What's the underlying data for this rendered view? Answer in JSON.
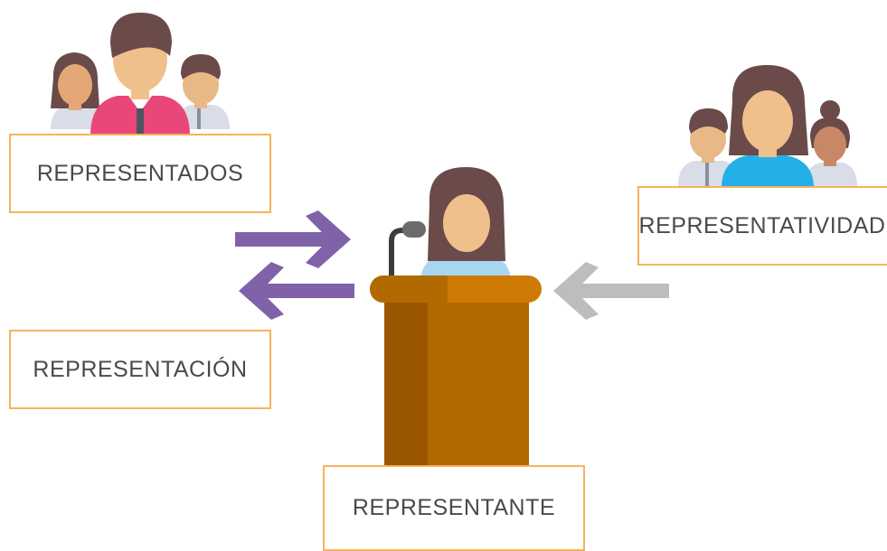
{
  "labels": {
    "representados": "REPRESENTADOS",
    "representacion": "REPRESENTACIÓN",
    "representatividad": "REPRESENTATIVIDAD",
    "representante": "REPRESENTANTE"
  },
  "colors": {
    "box_border": "#f5b35c",
    "arrow_purple": "#7f62a8",
    "arrow_gray": "#bdbdbd",
    "podium": "#b06a00",
    "podium_top": "#cf7a05"
  },
  "icons": [
    "group-of-people-icon",
    "speaker-at-podium-icon",
    "arrow-right-icon",
    "arrow-left-icon",
    "microphone-icon"
  ]
}
